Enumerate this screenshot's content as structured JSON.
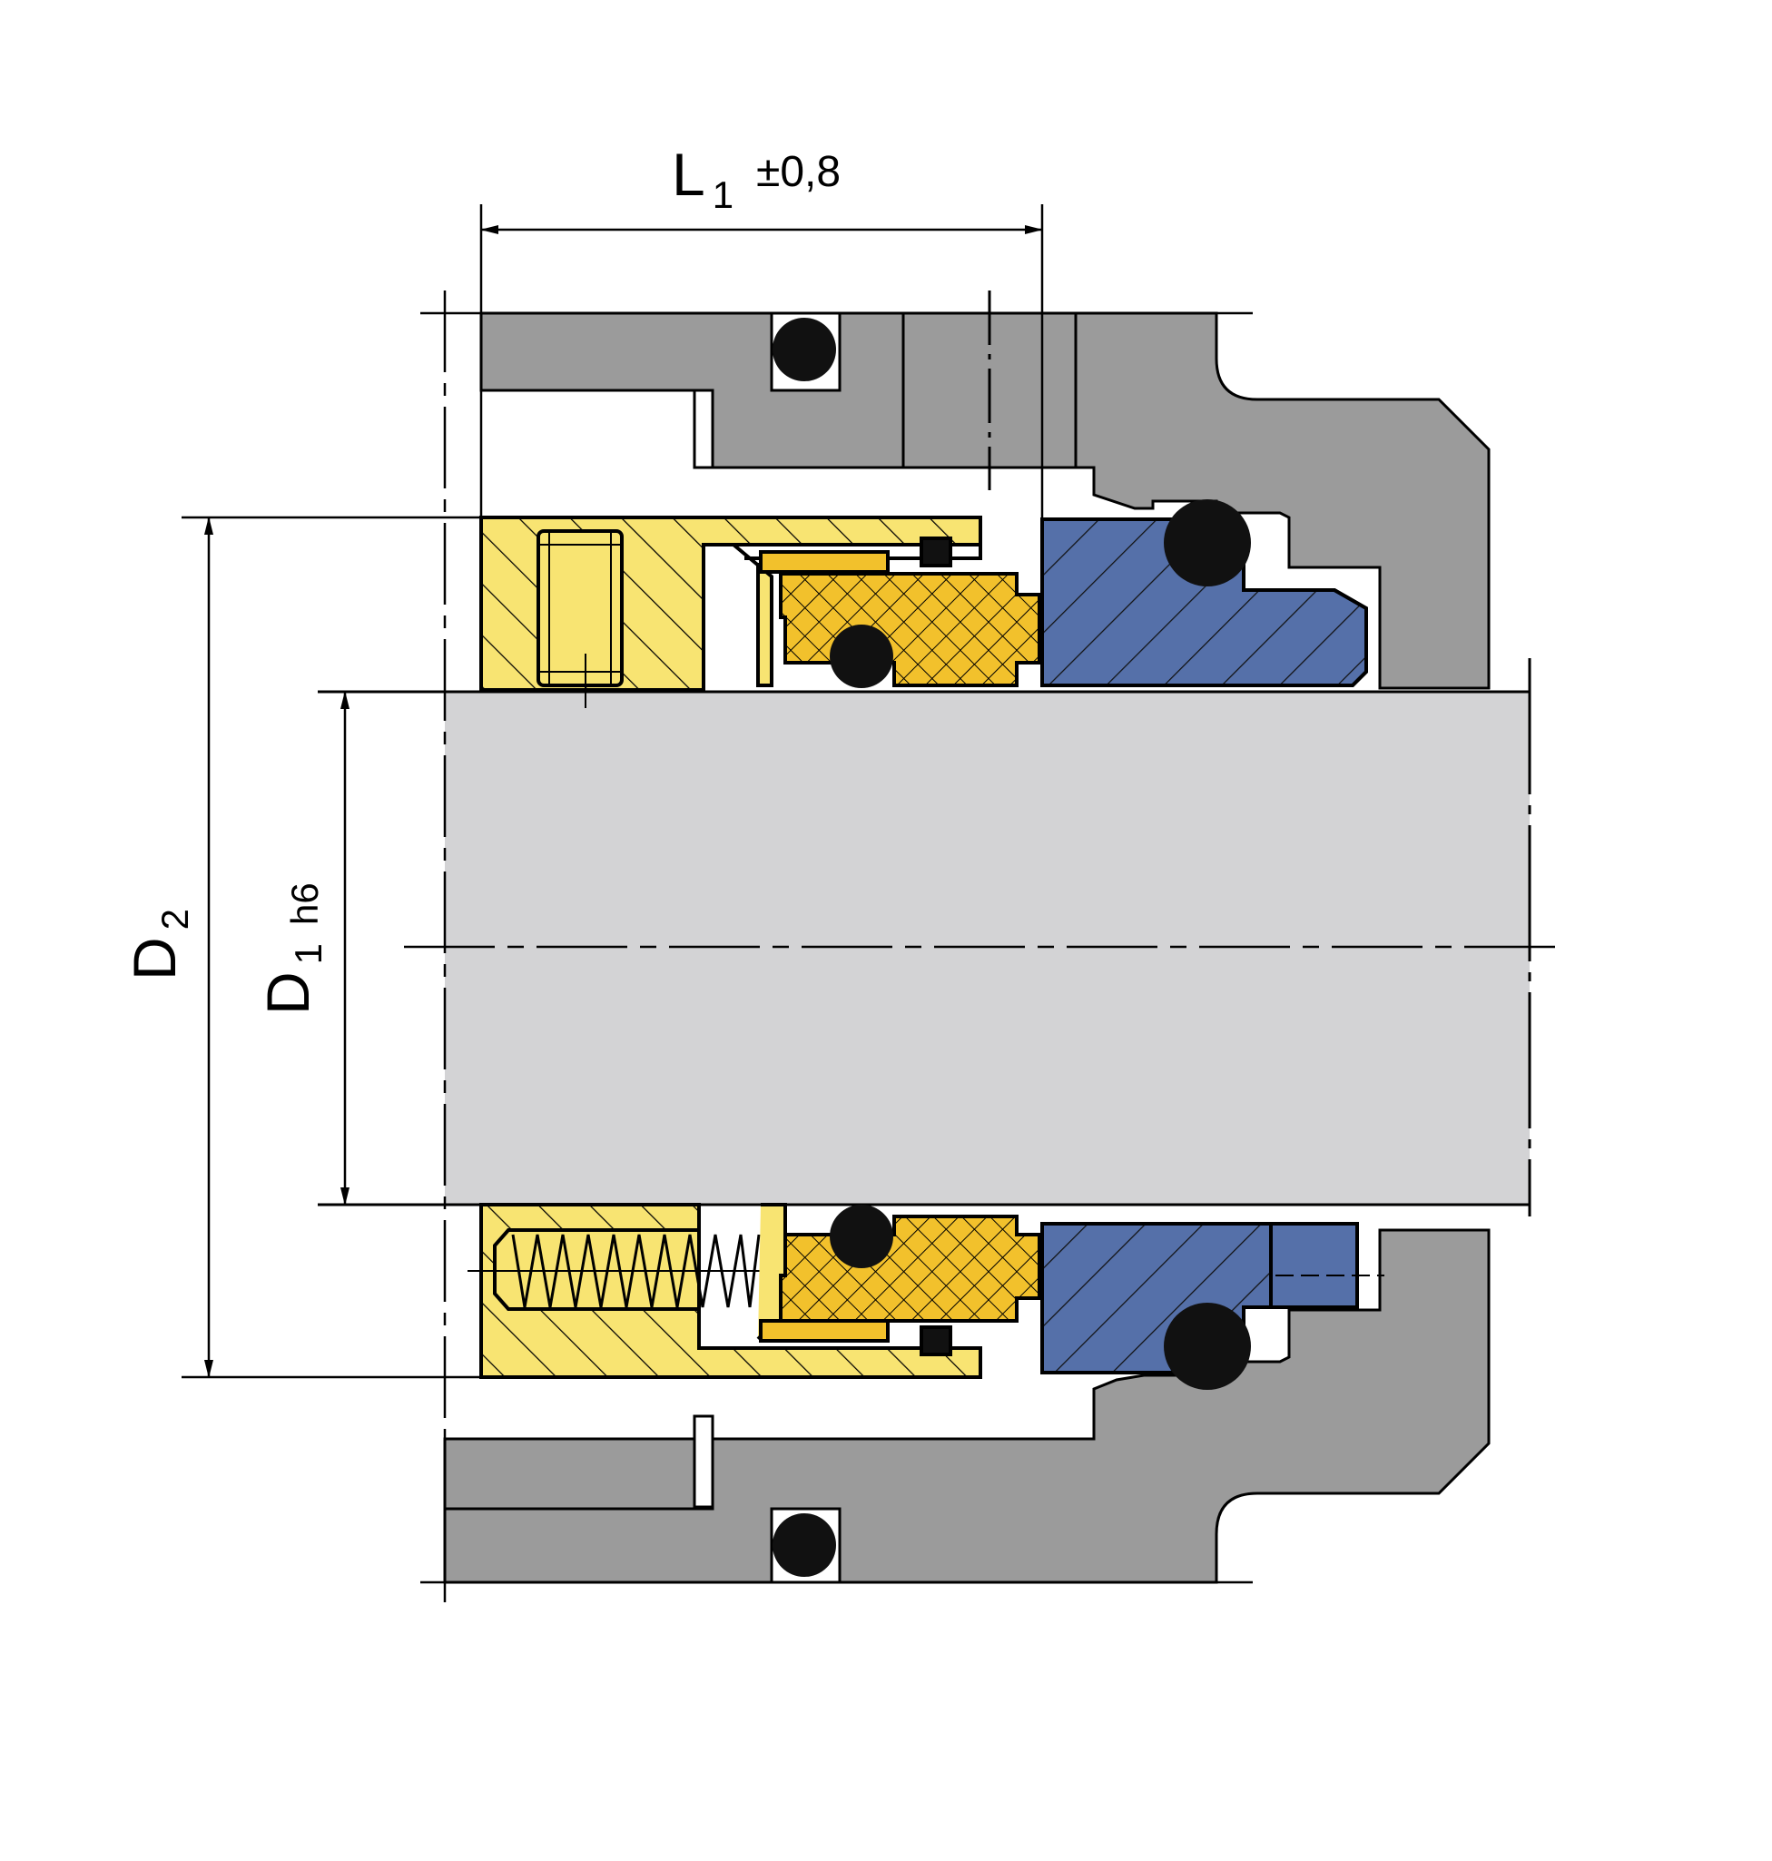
{
  "dimensions": {
    "l1": {
      "symbol": "L",
      "subscript": "1",
      "tolerance": "±0,8"
    },
    "d2": {
      "symbol": "D",
      "subscript": "2"
    },
    "d1": {
      "symbol": "D",
      "subscript": "1",
      "fit": "h6"
    }
  },
  "colors": {
    "housing": "#9b9b9b",
    "shaft": "#d3d3d5",
    "rotating_unit": "#f8e472",
    "seal_face": "#f2c12c",
    "stationary_seat": "#5570a9",
    "o_ring": "#111111",
    "line": "#000000"
  }
}
